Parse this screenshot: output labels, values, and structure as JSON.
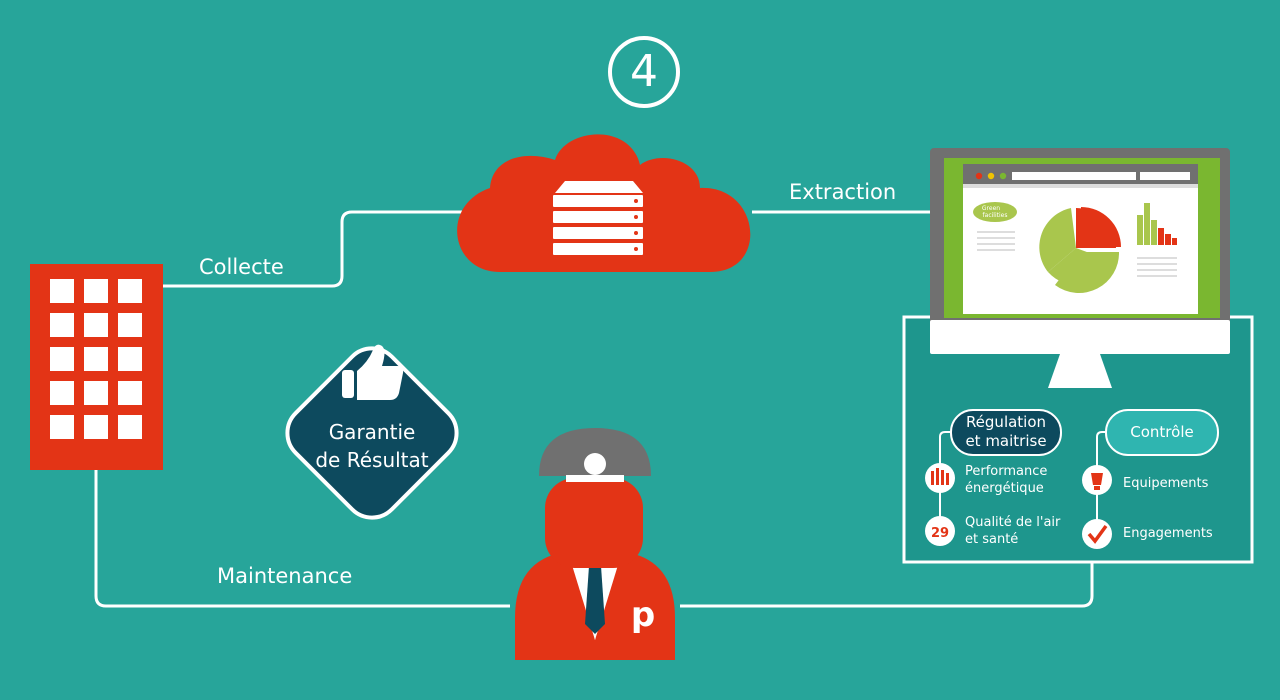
{
  "step_number": "4",
  "labels": {
    "collecte": "Collecte",
    "extraction": "Extraction",
    "maintenance": "Maintenance"
  },
  "badge": {
    "line1": "Garantie",
    "line2": "de Résultat",
    "icon": "thumbs-up-icon"
  },
  "monitor": {
    "logo_line1": "Green",
    "logo_line2": "facilities"
  },
  "panel": {
    "regulation": {
      "title_line1": "Régulation",
      "title_line2": "et maitrise",
      "items": [
        {
          "line1": "Performance",
          "line2": "énergétique",
          "icon": "building-icon"
        },
        {
          "line1": "Qualité de l'air",
          "line2": "et santé",
          "icon": "air-quality-icon"
        }
      ]
    },
    "controle": {
      "title": "Contrôle",
      "items": [
        {
          "label": "Equipements",
          "icon": "lightbulb-icon"
        },
        {
          "label": "Engagements",
          "icon": "checkmark-icon"
        }
      ]
    }
  },
  "technician_logo": "p",
  "colors": {
    "background": "#27a59a",
    "red": "#e33416",
    "navy": "#0d4a5e",
    "green_bar": "#a9c64d",
    "monitor_frame": "#707070",
    "accent_teal": "#2fb5b0"
  }
}
